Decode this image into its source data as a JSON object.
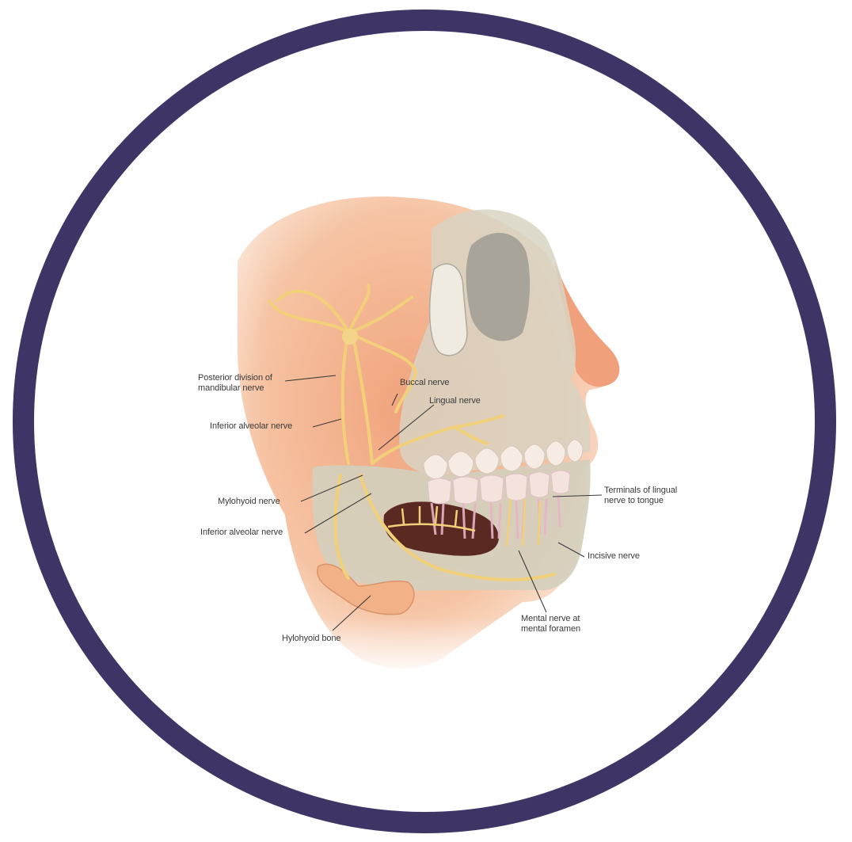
{
  "colors": {
    "ring": "#3e3466",
    "skin": "#f3b08a",
    "bone": "#d9d2bf",
    "nerve": "#f2d07a",
    "leader": "#3a3a3a"
  },
  "labels": {
    "posterior_division": "Posterior division of\nmandibular nerve",
    "buccal": "Buccal nerve",
    "lingual": "Lingual nerve",
    "inferior_alveolar_upper": "Inferior alveolar nerve",
    "mylohyoid": "Mylohyoid nerve",
    "inferior_alveolar_lower": "Inferior alveolar nerve",
    "terminals_lingual": "Terminals of lingual\nnerve to tongue",
    "incisive": "Incisive nerve",
    "mental": "Mental nerve at\nmental foramen",
    "hyoid": "Hylohyoid bone"
  }
}
